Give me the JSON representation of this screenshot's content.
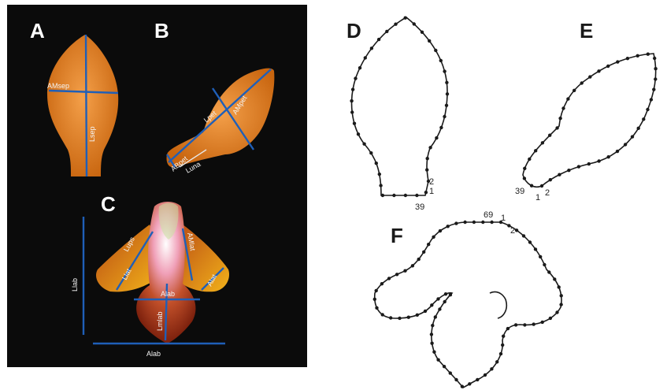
{
  "panels": {
    "A": {
      "letter": "A",
      "labels": {
        "width": "AMsep",
        "length": "Lsep"
      }
    },
    "B": {
      "letter": "B",
      "labels": {
        "length": "Lpet",
        "width": "AMpet",
        "base": "ABpet",
        "lunar": "Luna"
      }
    },
    "C": {
      "letter": "C",
      "labels": {
        "llab": "Llab",
        "alab": "Alab",
        "lups": "Lups",
        "llat": "Llat",
        "amlat": "AMlat",
        "alat": "Alat",
        "amlab": "Alab",
        "lmlab": "Lmlab"
      }
    },
    "D": {
      "letter": "D",
      "points": {
        "start": "1",
        "second": "2",
        "last": "39"
      }
    },
    "E": {
      "letter": "E",
      "points": {
        "start": "1",
        "second": "2",
        "last": "39"
      }
    },
    "F": {
      "letter": "F",
      "points": {
        "start": "1",
        "second": "2",
        "last": "69"
      }
    }
  },
  "colors": {
    "photo_background": "#0b0b0b",
    "petal_orange": "#e07a1c",
    "measure_line": "#1f5fb8",
    "outline": "#1a1a1a"
  }
}
